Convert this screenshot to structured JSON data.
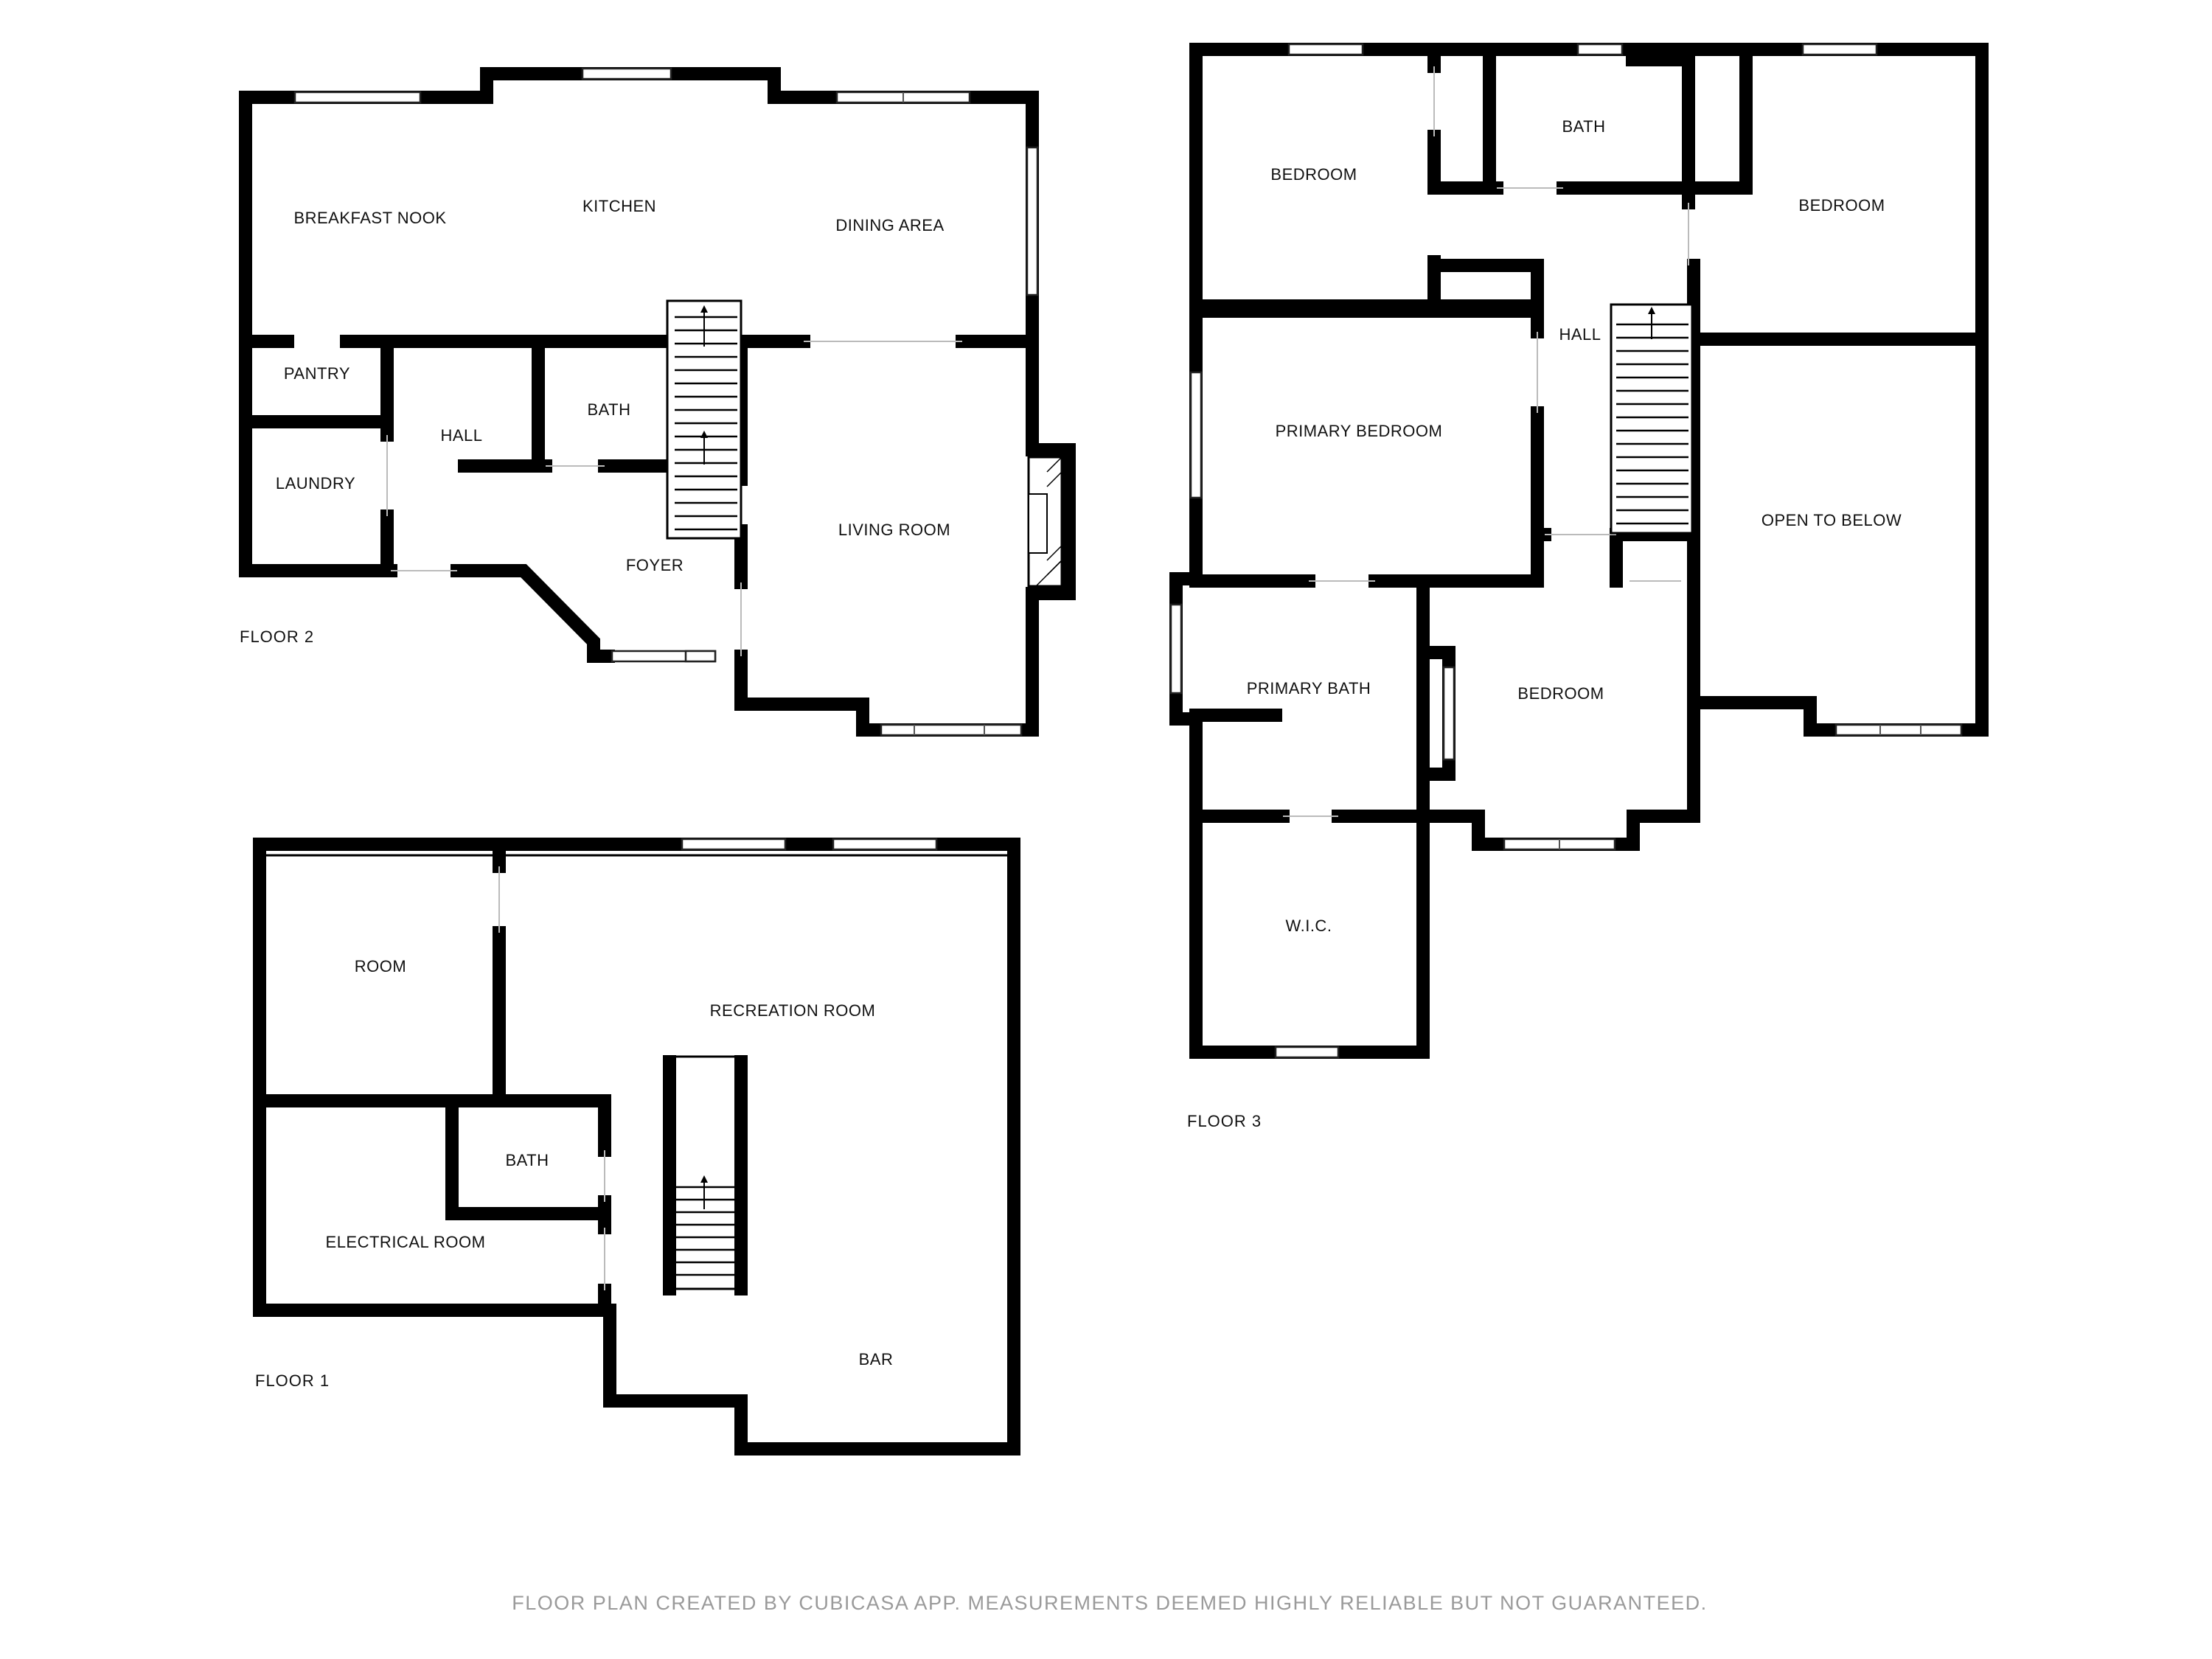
{
  "floor_labels": {
    "floor1": "FLOOR 1",
    "floor2": "FLOOR 2",
    "floor3": "FLOOR 3"
  },
  "rooms": {
    "floor2": {
      "breakfast_nook": "BREAKFAST NOOK",
      "kitchen": "KITCHEN",
      "dining_area": "DINING AREA",
      "pantry": "PANTRY",
      "hall": "HALL",
      "bath": "BATH",
      "laundry": "LAUNDRY",
      "foyer": "FOYER",
      "living_room": "LIVING ROOM"
    },
    "floor1": {
      "room": "ROOM",
      "recreation_room": "RECREATION ROOM",
      "bath": "BATH",
      "electrical_room": "ELECTRICAL ROOM",
      "bar": "BAR"
    },
    "floor3": {
      "bedroom_top_left": "BEDROOM",
      "bath": "BATH",
      "bedroom_top_right": "BEDROOM",
      "hall": "HALL",
      "primary_bedroom": "PRIMARY BEDROOM",
      "open_to_below": "OPEN TO BELOW",
      "primary_bath": "PRIMARY BATH",
      "bedroom_middle": "BEDROOM",
      "wic": "W.I.C."
    }
  },
  "footer": "FLOOR PLAN CREATED BY CUBICASA APP. MEASUREMENTS DEEMED HIGHLY RELIABLE BUT NOT GUARANTEED."
}
